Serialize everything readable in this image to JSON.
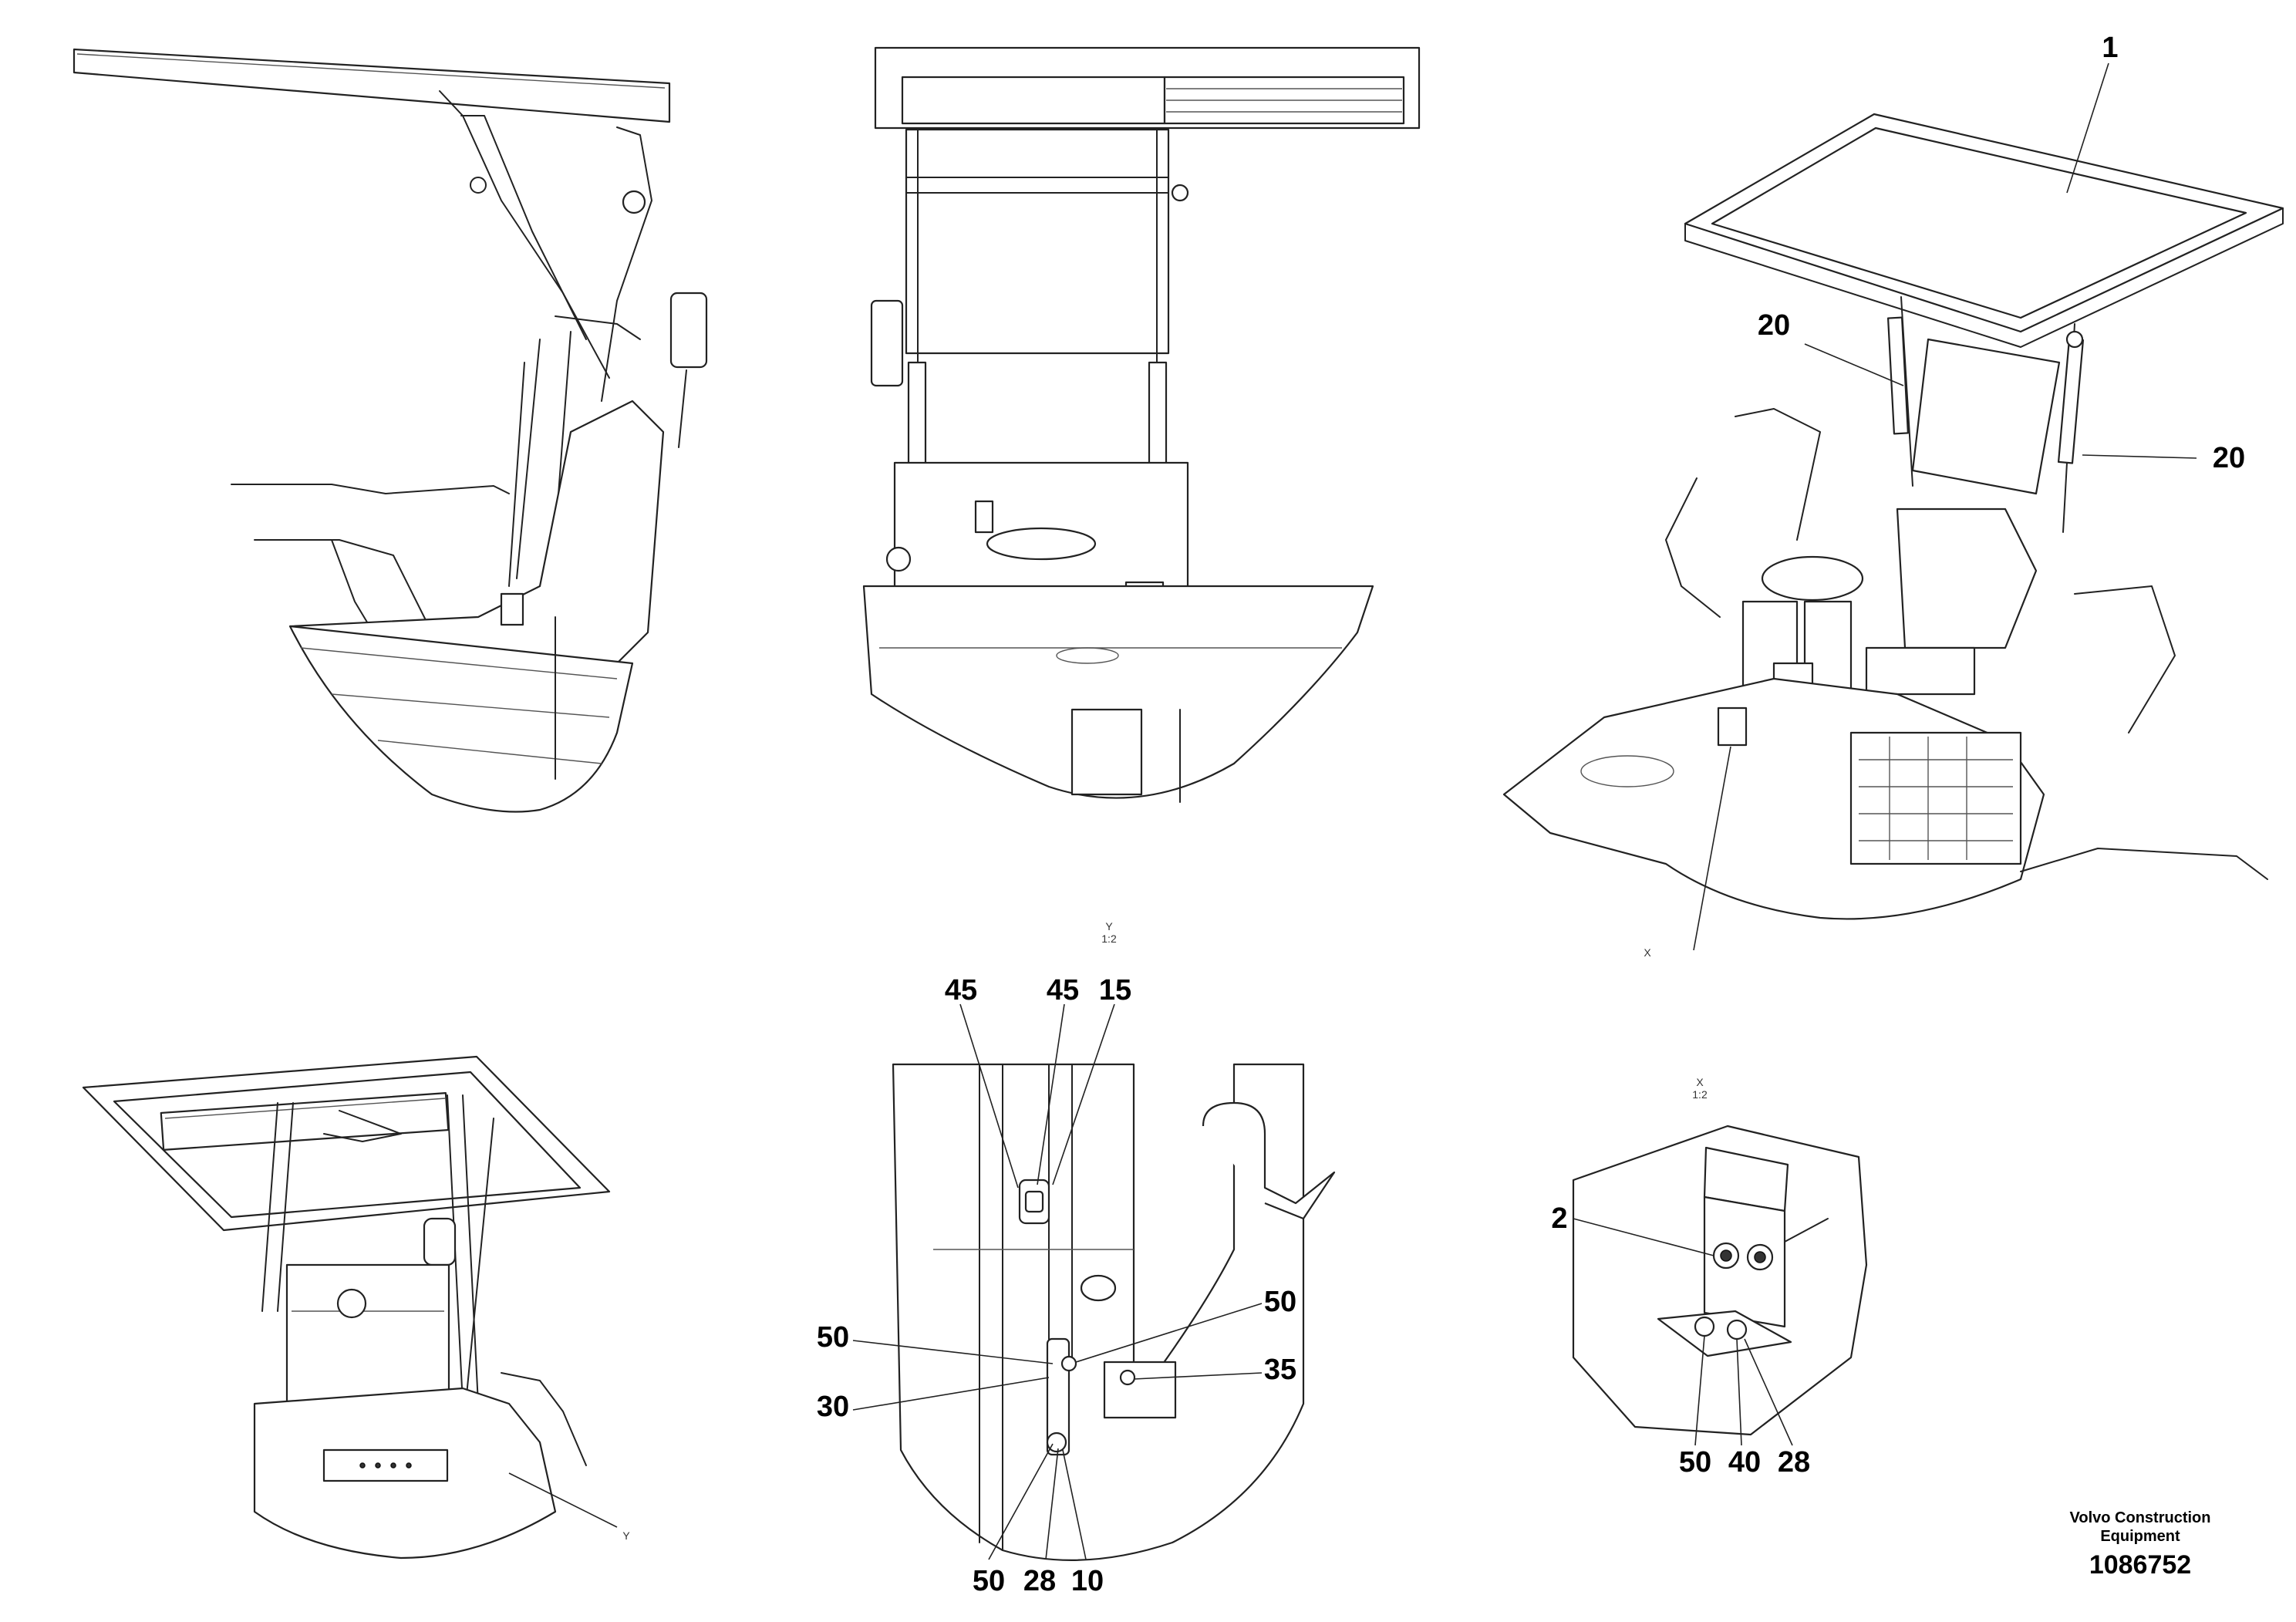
{
  "diagram": {
    "callouts": {
      "c1": "1",
      "c20a": "20",
      "c20b": "20",
      "c45a": "45",
      "c45b": "45",
      "c15": "15",
      "c50a": "50",
      "c50b": "50",
      "c30": "30",
      "c35": "35",
      "c50c": "50",
      "c28a": "28",
      "c10": "10",
      "c2": "2",
      "c50d": "50",
      "c40": "40",
      "c28b": "28"
    },
    "view_tags": {
      "y_mark": "Y",
      "y_scale": "1:2",
      "x_mark": "X",
      "x_scale": "1:2",
      "x_ref": "X",
      "y_ref": "Y"
    }
  },
  "footer": {
    "company": "Volvo Construction Equipment",
    "part_number": "1086752"
  }
}
